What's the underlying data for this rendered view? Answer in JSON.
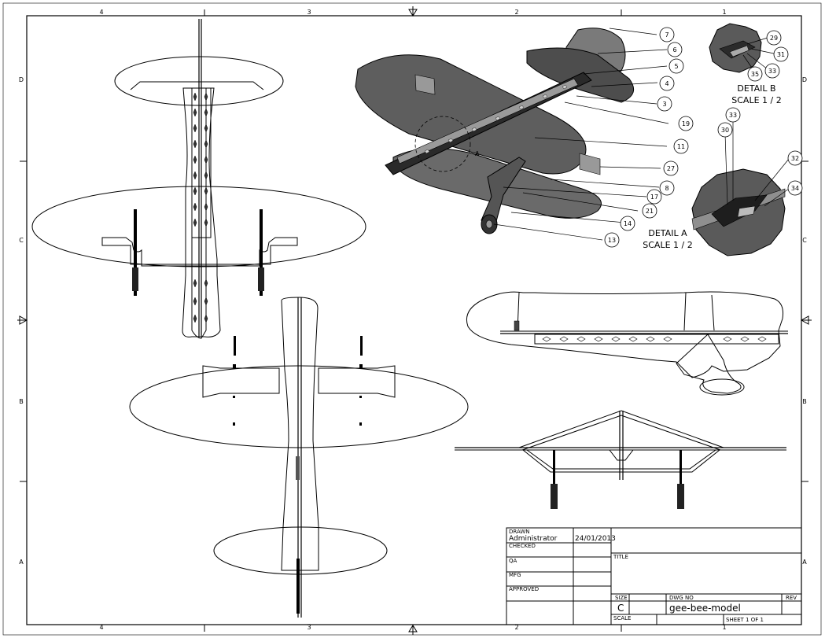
{
  "zones": {
    "top": [
      "4",
      "3",
      "2",
      "1"
    ],
    "bottom": [
      "4",
      "3",
      "2",
      "1"
    ],
    "left": [
      "D",
      "C",
      "B",
      "A"
    ],
    "right": [
      "D",
      "C",
      "B",
      "A"
    ]
  },
  "details": {
    "a": {
      "title": "DETAIL  A",
      "scale": "SCALE 1 / 2"
    },
    "b": {
      "title": "DETAIL  B",
      "scale": "SCALE 1 / 2"
    }
  },
  "section_marker": "A",
  "balloons_iso": [
    "7",
    "6",
    "5",
    "4",
    "3",
    "19",
    "11",
    "27",
    "8",
    "17",
    "21",
    "14",
    "13"
  ],
  "balloons_detail_b": [
    "29",
    "31",
    "33",
    "35"
  ],
  "balloons_detail_a": [
    "33",
    "30",
    "32",
    "34"
  ],
  "title_block": {
    "drawn_label": "DRAWN",
    "drawn_by": "Administrator",
    "drawn_date": "24/01/2013",
    "checked_label": "CHECKED",
    "qa_label": "QA",
    "mfg_label": "MFG",
    "approved_label": "APPROVED",
    "title_label": "TITLE",
    "size_label": "SIZE",
    "size_value": "C",
    "dwg_no_label": "DWG NO",
    "dwg_no_value": "gee-bee-model",
    "rev_label": "REV",
    "scale_label": "SCALE",
    "sheet_text": "SHEET 1  OF 1"
  }
}
